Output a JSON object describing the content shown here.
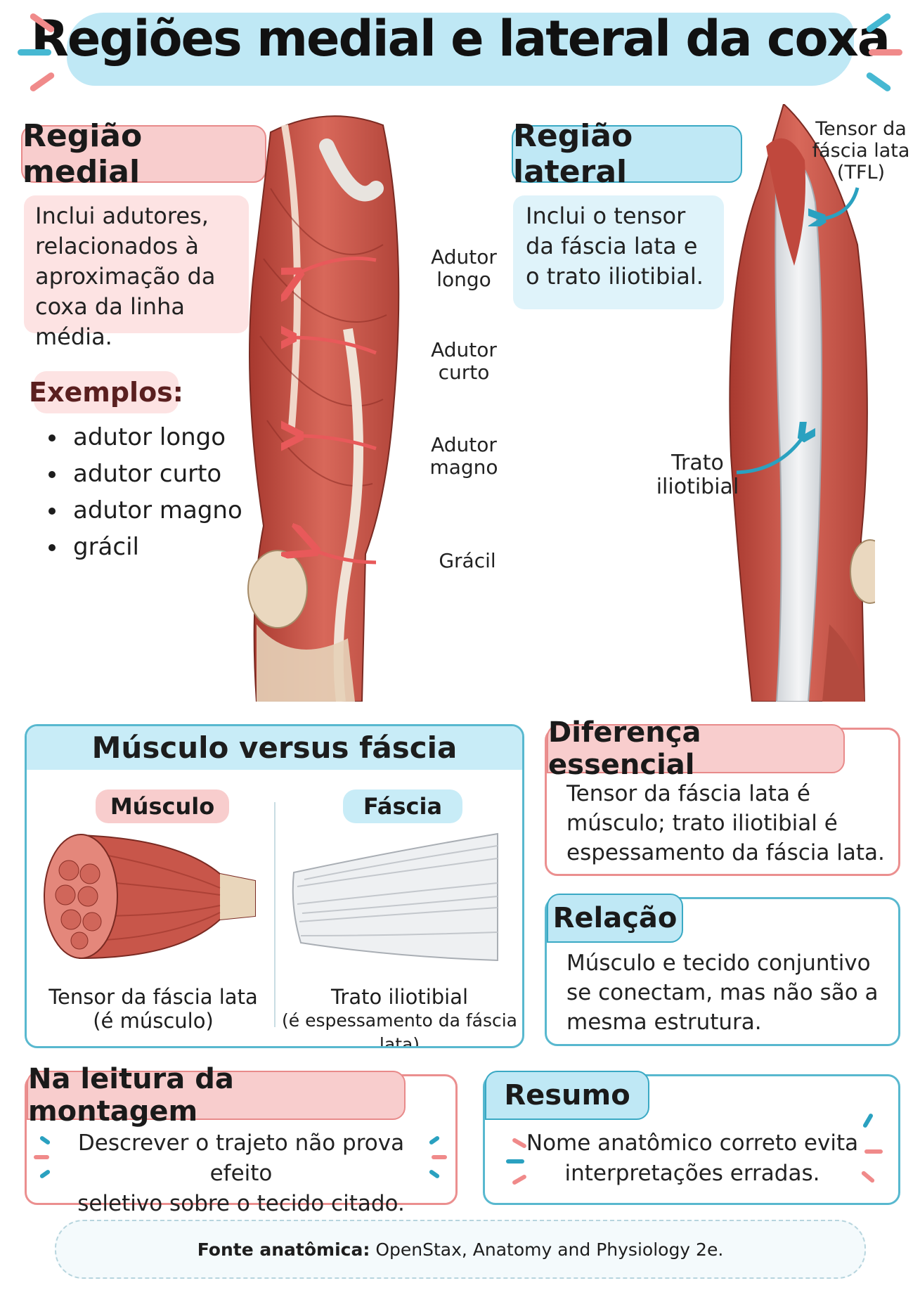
{
  "title": "Regiões medial e lateral da coxa",
  "medial": {
    "heading": "Região medial",
    "description": "Inclui adutores, relacionados à aproximação da coxa da linha média.",
    "examples_heading": "Exemplos:",
    "examples": [
      "adutor longo",
      "adutor curto",
      "adutor magno",
      "grácil"
    ],
    "labels": {
      "adutor_longo": [
        "Adutor",
        "longo"
      ],
      "adutor_curto": [
        "Adutor",
        "curto"
      ],
      "adutor_magno": [
        "Adutor",
        "magno"
      ],
      "gracil": "Grácil"
    }
  },
  "lateral": {
    "heading": "Região lateral",
    "description": "Inclui o tensor da fáscia lata e o trato iliotibial.",
    "labels": {
      "tfl": [
        "Tensor da",
        "fáscia lata",
        "(TFL)"
      ],
      "trato": [
        "Trato",
        "iliotibial"
      ]
    }
  },
  "comparison": {
    "heading": "Músculo versus fáscia",
    "muscle_tag": "Músculo",
    "fascia_tag": "Fáscia",
    "muscle_caption": [
      "Tensor da fáscia lata",
      "(é músculo)"
    ],
    "fascia_caption": [
      "Trato iliotibial",
      "(é espessamento da fáscia lata)"
    ]
  },
  "difference": {
    "heading": "Diferença essencial",
    "text": "Tensor da fáscia lata é músculo; trato iliotibial é espessamento da fáscia lata."
  },
  "relation": {
    "heading": "Relação",
    "text": "Músculo e tecido conjuntivo se conectam, mas não são a mesma estrutura."
  },
  "reading": {
    "heading": "Na leitura da montagem",
    "text": [
      "Descrever o trajeto não prova efeito",
      "seletivo sobre o tecido citado."
    ]
  },
  "summary": {
    "heading": "Resumo",
    "text": [
      "Nome anatômico correto evita",
      "interpretações erradas."
    ]
  },
  "source": {
    "label": "Fonte anatômica:",
    "text": "OpenStax, Anatomy and Physiology 2e."
  },
  "colors": {
    "red_accent": "#e88a8a",
    "blue_accent": "#3aa9c4",
    "muscle": "#c9564a",
    "fascia": "#e9ecef"
  }
}
